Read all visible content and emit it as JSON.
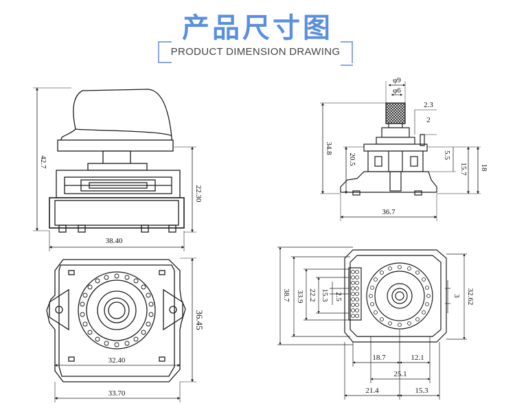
{
  "header": {
    "title": "产品尺寸图",
    "subtitle": "PRODUCT DIMENSION DRAWING"
  },
  "colors": {
    "accent": "#5a8fe0",
    "line": "#1a1a1a"
  },
  "views": {
    "front": {
      "height_total": "42.7",
      "height_base": "22.30",
      "width": "38.40"
    },
    "top": {
      "height": "36.45",
      "inner_width": "32.40",
      "width": "33.70"
    },
    "side": {
      "shaft_outer": "φ9",
      "shaft_inner": "φ6",
      "flat": "2.3",
      "tab": "2",
      "height_total": "34.8",
      "height_mid": "20.5",
      "dim_5_5": "5.5",
      "dim_15_7": "15.7",
      "dim_18": "18",
      "width": "36.7"
    },
    "bottom": {
      "h_38_7": "38.7",
      "h_33_9": "33.9",
      "h_22_2": "22.2",
      "h_15_3": "15.3",
      "h_2_5": "2.5",
      "h_3": "3",
      "h_32_62": "32.62",
      "w_18_7": "18.7",
      "w_12_1": "12.1",
      "w_25_1": "25.1",
      "w_21_4": "21.4",
      "w_15_3": "15.3"
    }
  }
}
